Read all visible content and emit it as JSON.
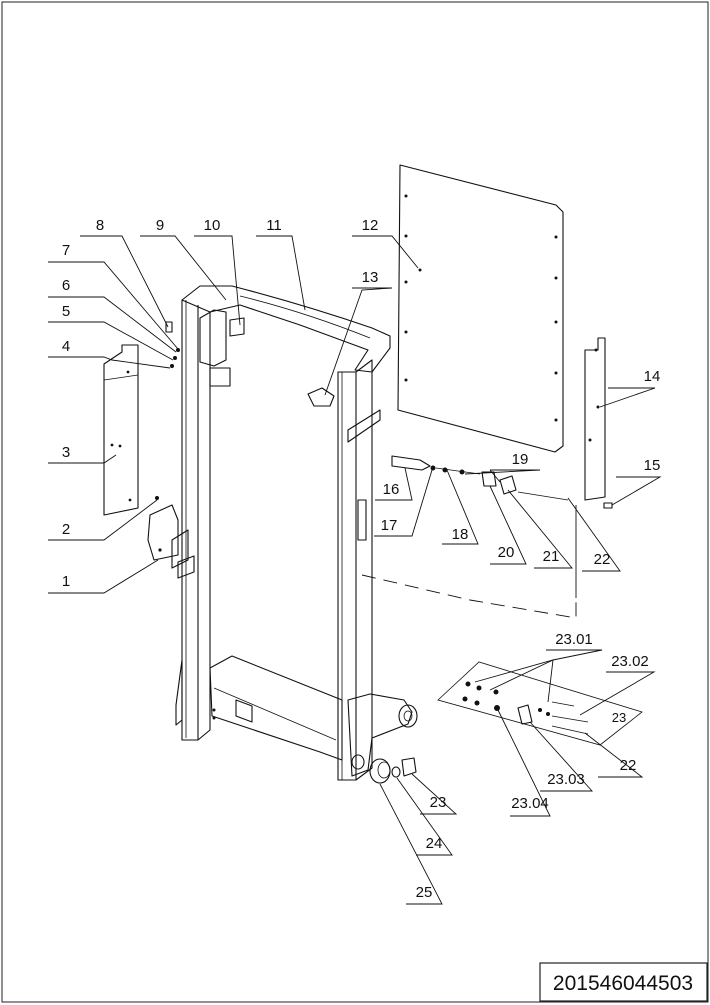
{
  "drawing_number": "201546044503",
  "part_labels": {
    "p1": "1",
    "p2": "2",
    "p3": "3",
    "p4": "4",
    "p5": "5",
    "p6": "6",
    "p7": "7",
    "p8": "8",
    "p9": "9",
    "p10": "10",
    "p11": "11",
    "p12": "12",
    "p13": "13",
    "p14": "14",
    "p15": "15",
    "p16": "16",
    "p17": "17",
    "p18": "18",
    "p19": "19",
    "p20": "20",
    "p21": "21",
    "p22a": "22",
    "p22b": "22",
    "p23": "23",
    "p23box": "23",
    "p24": "24",
    "p25": "25",
    "p2301": "23.01",
    "p2302": "23.02",
    "p2303": "23.03",
    "p2304": "23.04"
  }
}
